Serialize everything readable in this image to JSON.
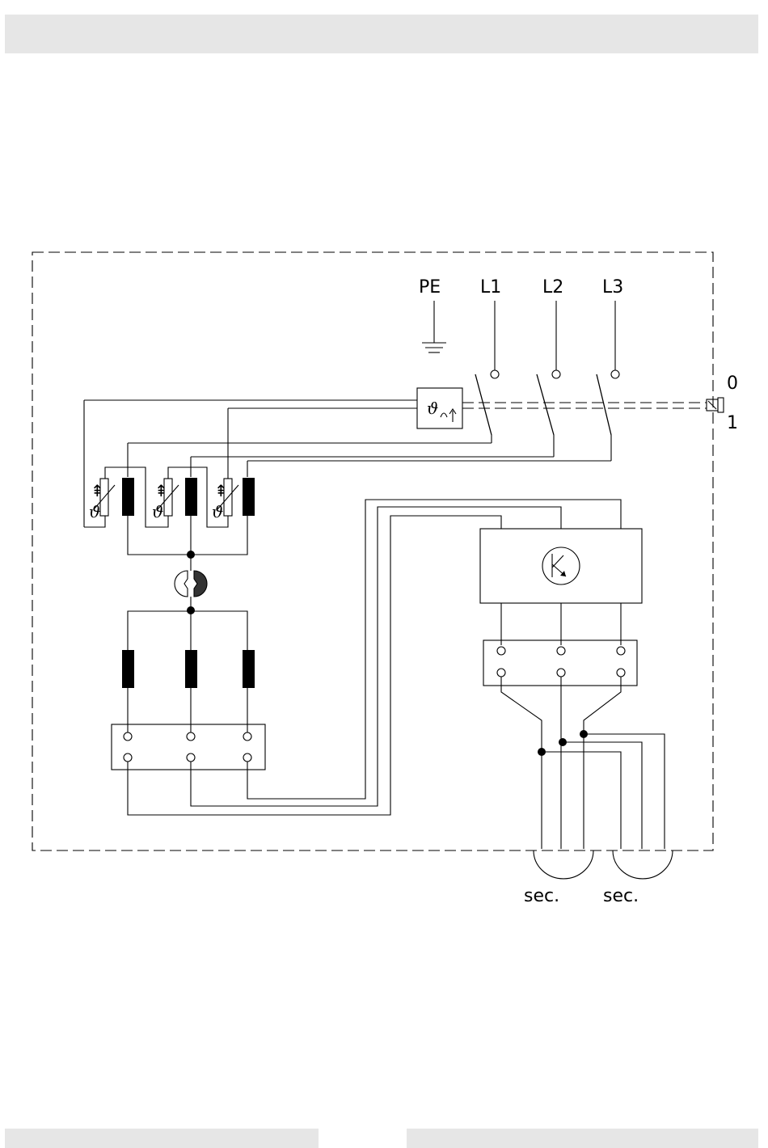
{
  "diagram": {
    "supply_labels": {
      "pe": "PE",
      "l1": "L1",
      "l2": "L2",
      "l3": "L3"
    },
    "switch_positions": {
      "off": "0",
      "on": "1"
    },
    "thermostat_symbol": "ϑ",
    "outlet_labels": [
      "sec.",
      "sec."
    ],
    "icons": {
      "ground": "ground-icon",
      "thermostat": "thermostat-icon",
      "sensor": "temperature-sensor-icon",
      "motor": "motor-icon",
      "fan": "fan-icon",
      "main_switch": "rotary-switch-icon"
    },
    "colors": {
      "line": "#000000",
      "band": "#e6e6e6"
    }
  }
}
